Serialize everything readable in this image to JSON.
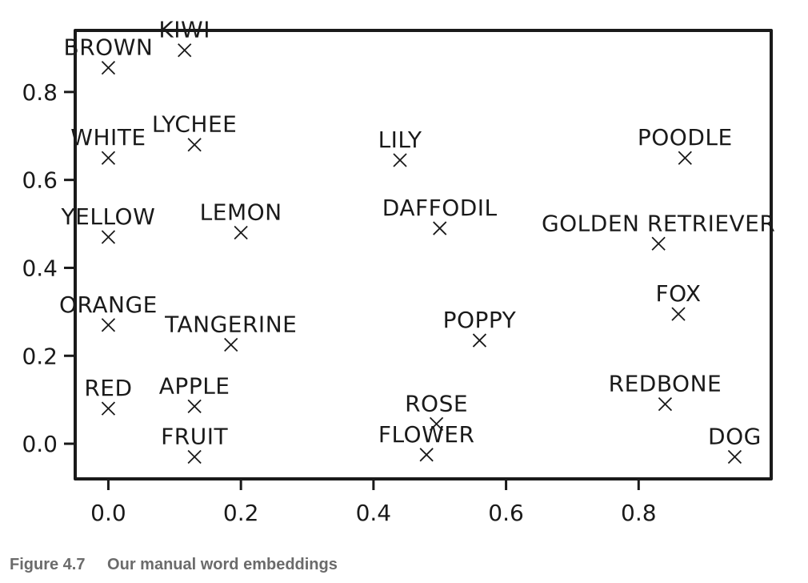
{
  "caption": {
    "figure_number": "Figure 4.7",
    "text": "Our manual word embeddings"
  },
  "colors": {
    "ink": "#1a1a1a",
    "caption": "#6b6b6b",
    "background": "#ffffff"
  },
  "chart_data": {
    "type": "scatter",
    "title": "",
    "xlabel": "",
    "ylabel": "",
    "xlim": [
      -0.05,
      1.0
    ],
    "ylim": [
      -0.08,
      0.94
    ],
    "xticks": [
      0.0,
      0.2,
      0.4,
      0.6,
      0.8
    ],
    "yticks": [
      0.0,
      0.2,
      0.4,
      0.6,
      0.8
    ],
    "xtick_labels": [
      "0.0",
      "0.2",
      "0.4",
      "0.6",
      "0.8"
    ],
    "ytick_labels": [
      "0.0",
      "0.2",
      "0.4",
      "0.6",
      "0.8"
    ],
    "grid": false,
    "marker": "x",
    "points": [
      {
        "label": "KIWI",
        "x": 0.115,
        "y": 0.895
      },
      {
        "label": "BROWN",
        "x": 0.0,
        "y": 0.855
      },
      {
        "label": "LYCHEE",
        "x": 0.13,
        "y": 0.68
      },
      {
        "label": "WHITE",
        "x": 0.0,
        "y": 0.65
      },
      {
        "label": "LILY",
        "x": 0.44,
        "y": 0.645
      },
      {
        "label": "POODLE",
        "x": 0.87,
        "y": 0.65
      },
      {
        "label": "YELLOW",
        "x": 0.0,
        "y": 0.47
      },
      {
        "label": "LEMON",
        "x": 0.2,
        "y": 0.48
      },
      {
        "label": "DAFFODIL",
        "x": 0.5,
        "y": 0.49
      },
      {
        "label": "GOLDEN RETRIEVER",
        "x": 0.83,
        "y": 0.455
      },
      {
        "label": "ORANGE",
        "x": 0.0,
        "y": 0.27
      },
      {
        "label": "TANGERINE",
        "x": 0.185,
        "y": 0.225
      },
      {
        "label": "POPPY",
        "x": 0.56,
        "y": 0.235
      },
      {
        "label": "FOX",
        "x": 0.86,
        "y": 0.295
      },
      {
        "label": "RED",
        "x": 0.0,
        "y": 0.08
      },
      {
        "label": "APPLE",
        "x": 0.13,
        "y": 0.085
      },
      {
        "label": "ROSE",
        "x": 0.495,
        "y": 0.045
      },
      {
        "label": "REDBONE",
        "x": 0.84,
        "y": 0.09
      },
      {
        "label": "FRUIT",
        "x": 0.13,
        "y": -0.03
      },
      {
        "label": "FLOWER",
        "x": 0.48,
        "y": -0.025
      },
      {
        "label": "DOG",
        "x": 0.945,
        "y": -0.03
      }
    ]
  }
}
